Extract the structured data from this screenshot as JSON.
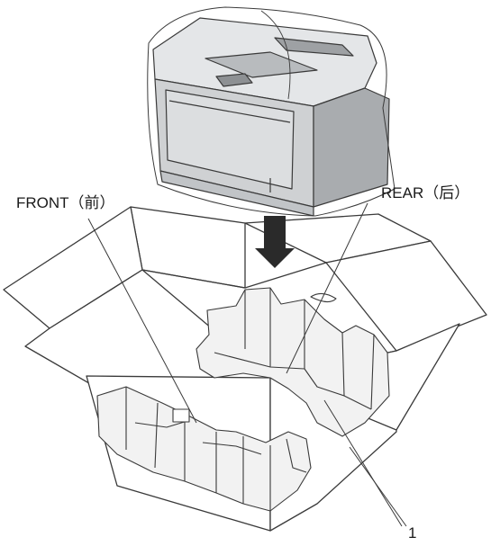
{
  "labels": {
    "front": "FRONT（前）",
    "rear": "REAR（后）",
    "part_number": "1"
  },
  "icons": {
    "printer": "printer-illustration",
    "arrow": "down-arrow-icon",
    "box": "shipping-box-illustration",
    "foam": "packing-foam-illustration"
  },
  "colors": {
    "line": "#3a3a3a",
    "printer_body": "#cfd1d3",
    "printer_dark": "#a9acaf",
    "printer_light": "#e4e6e8",
    "arrow": "#2a2a2a",
    "box_fill": "#ffffff",
    "foam_shade": "#f2f2f2"
  }
}
